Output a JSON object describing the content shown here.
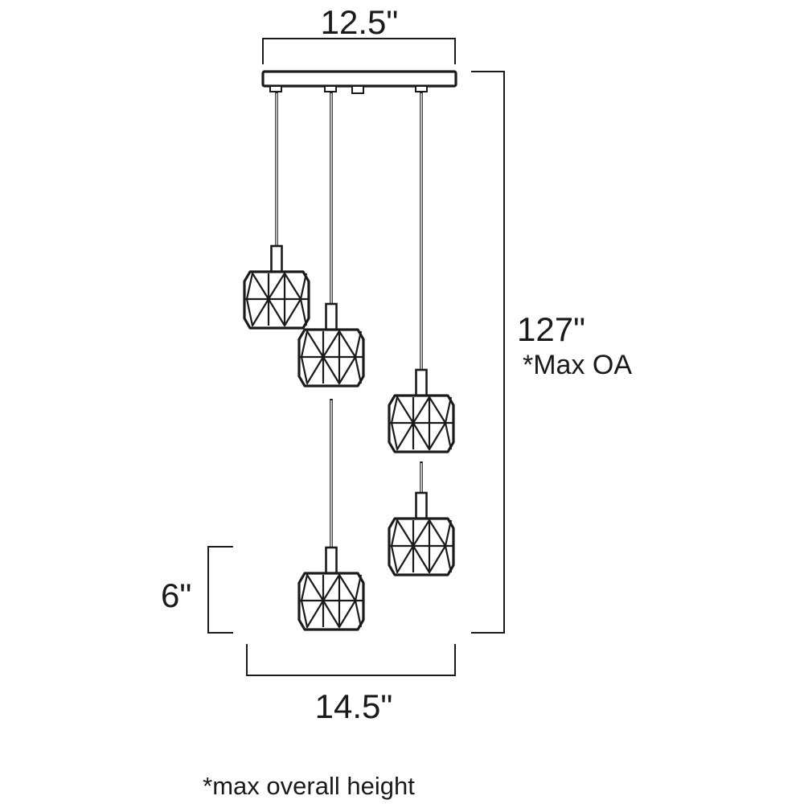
{
  "dimensions": {
    "canopy_width": "12.5\"",
    "overall_height": "127\"",
    "overall_height_note": "*Max OA",
    "shade_height": "6\"",
    "spread_width": "14.5\""
  },
  "footnote": "*max overall height",
  "colors": {
    "ink": "#1a1a1a",
    "background": "#ffffff"
  }
}
